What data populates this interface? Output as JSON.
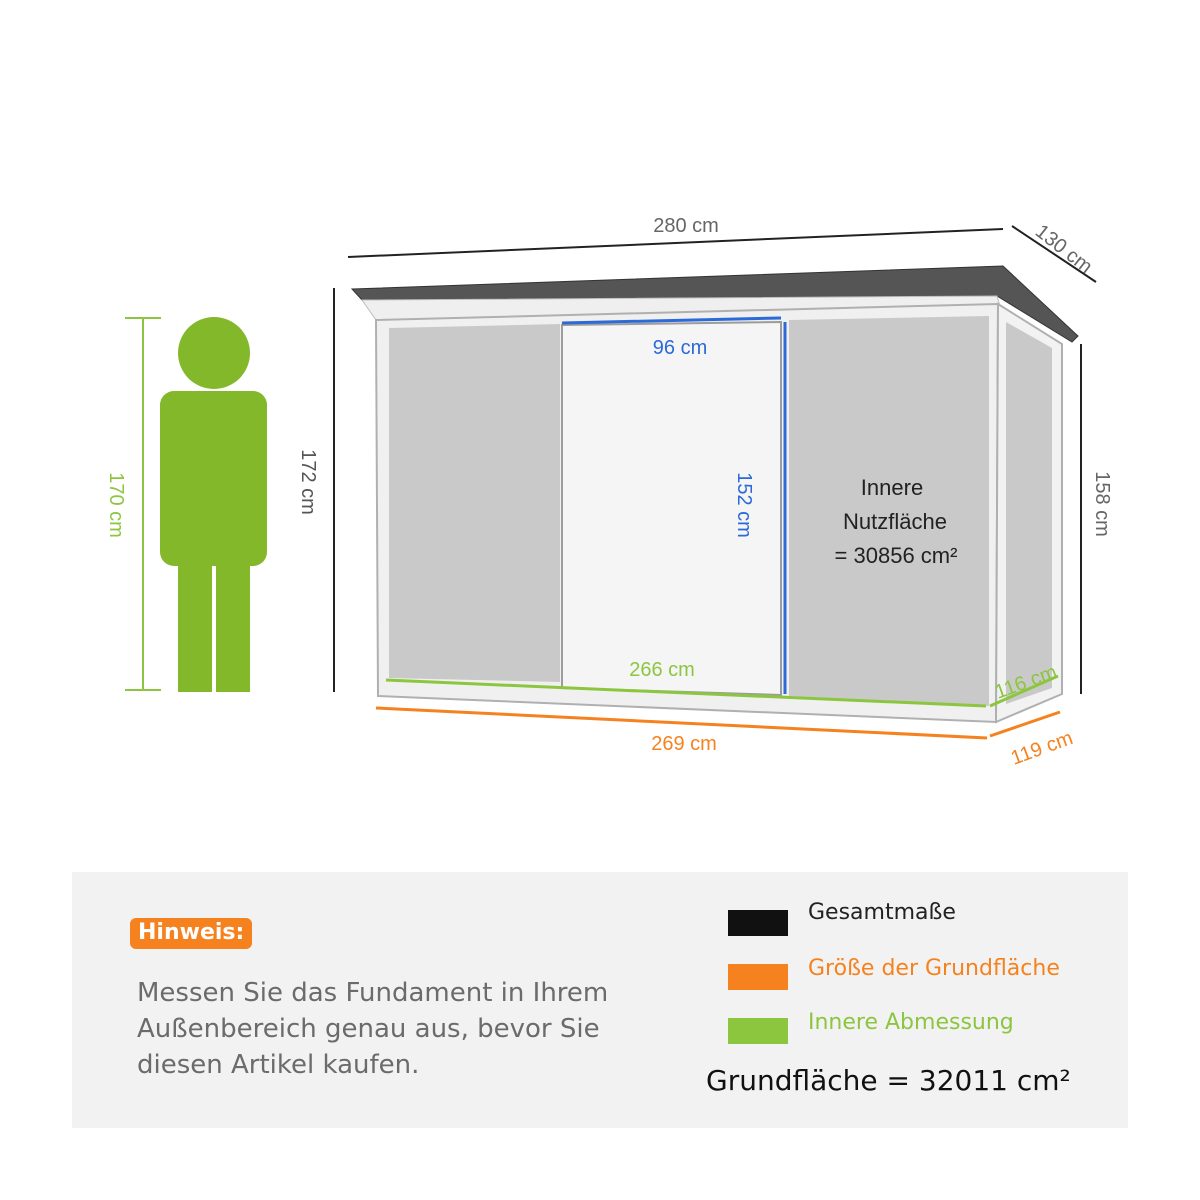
{
  "colors": {
    "overall": "#222222",
    "footprint": "#f5821f",
    "inner": "#8cc63f",
    "door": "#2b6ad8",
    "person": "#82b82a"
  },
  "dimensions": {
    "person_height": "170 cm",
    "shed_height": "172 cm",
    "total_width": "280 cm",
    "total_depth": "130 cm",
    "side_height": "158 cm",
    "door_width": "96 cm",
    "door_height": "152 cm",
    "inner_width": "266 cm",
    "inner_depth": "116 cm",
    "base_width": "269 cm",
    "base_depth": "119 cm"
  },
  "inner_area": {
    "line1": "Innere",
    "line2": "Nutzfläche",
    "line3": "= 30856 cm²"
  },
  "note": {
    "badge": "Hinweis:",
    "text": "Messen Sie das Fundament in Ihrem Außenbereich genau aus, bevor Sie diesen Artikel kaufen."
  },
  "legend": {
    "overall": "Gesamtmaße",
    "footprint": "Größe der Grundfläche",
    "inner": "Innere Abmessung"
  },
  "footprint_area": "Grundfläche  = 32011 cm²"
}
